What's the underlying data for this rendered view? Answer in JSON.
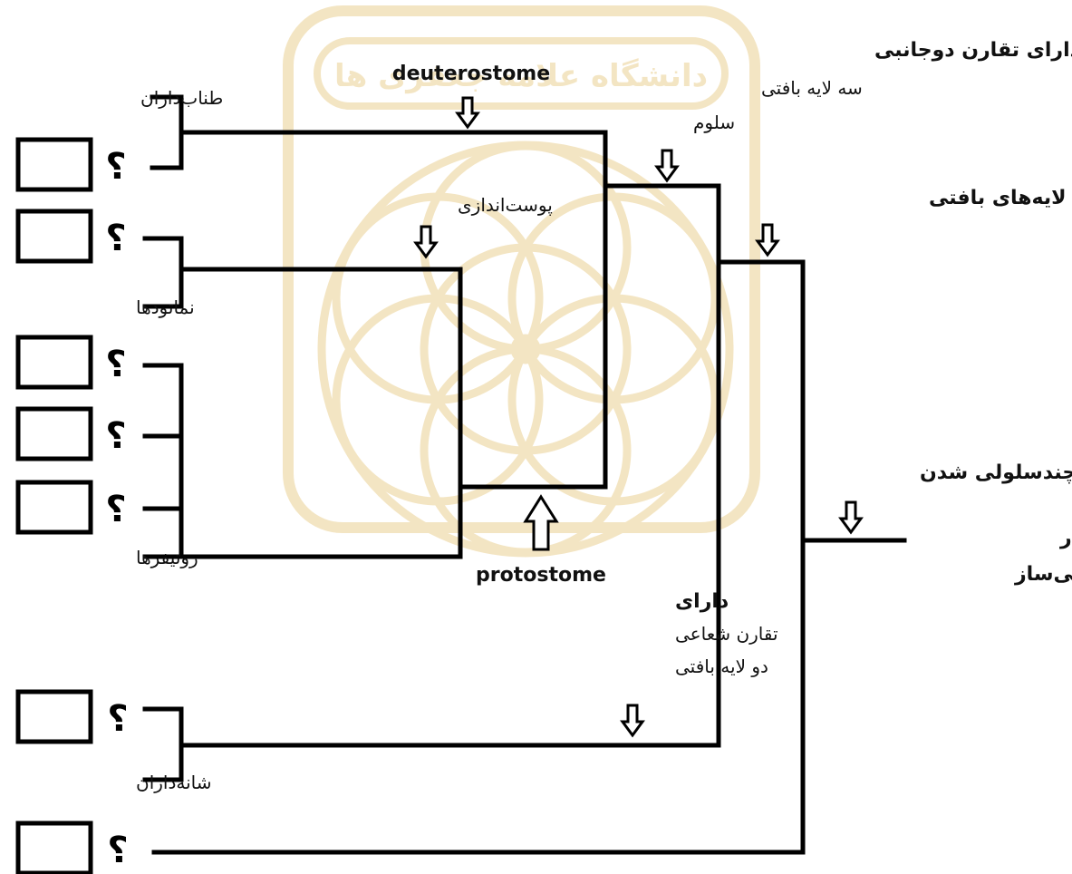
{
  "watermark": {
    "logo_name": "seed-of-life-logo",
    "color": "#f0ddb0",
    "text": "دانشگاه علامه جعفری ها"
  },
  "taxa": {
    "chordates": "طناب‌داران",
    "nematodes": "نماتودها",
    "rotifers": "روتیفرها",
    "ctenophores": "شانه‌داران",
    "colonial_flagellate": [
      "آغازی تاژک‌دار",
      "کلنی‌ساز"
    ]
  },
  "unknown_mark": "؟",
  "features": {
    "deuterostome": "deuterostome",
    "protostome": "protostome",
    "molting": "پوست‌اندازی",
    "bilateral": [
      "دارای تقارن دوجانبی",
      "سه لایه بافتی",
      "سلوم"
    ],
    "tissue_layers": "دارای لایه‌های بافتی",
    "radial": [
      "دارای",
      "تقارن شعاعی",
      "دو لایه بافتی"
    ],
    "multicellular": "چندسلولی شدن"
  },
  "colors": {
    "line": "#000000",
    "watermark": "#f0ddb0"
  }
}
